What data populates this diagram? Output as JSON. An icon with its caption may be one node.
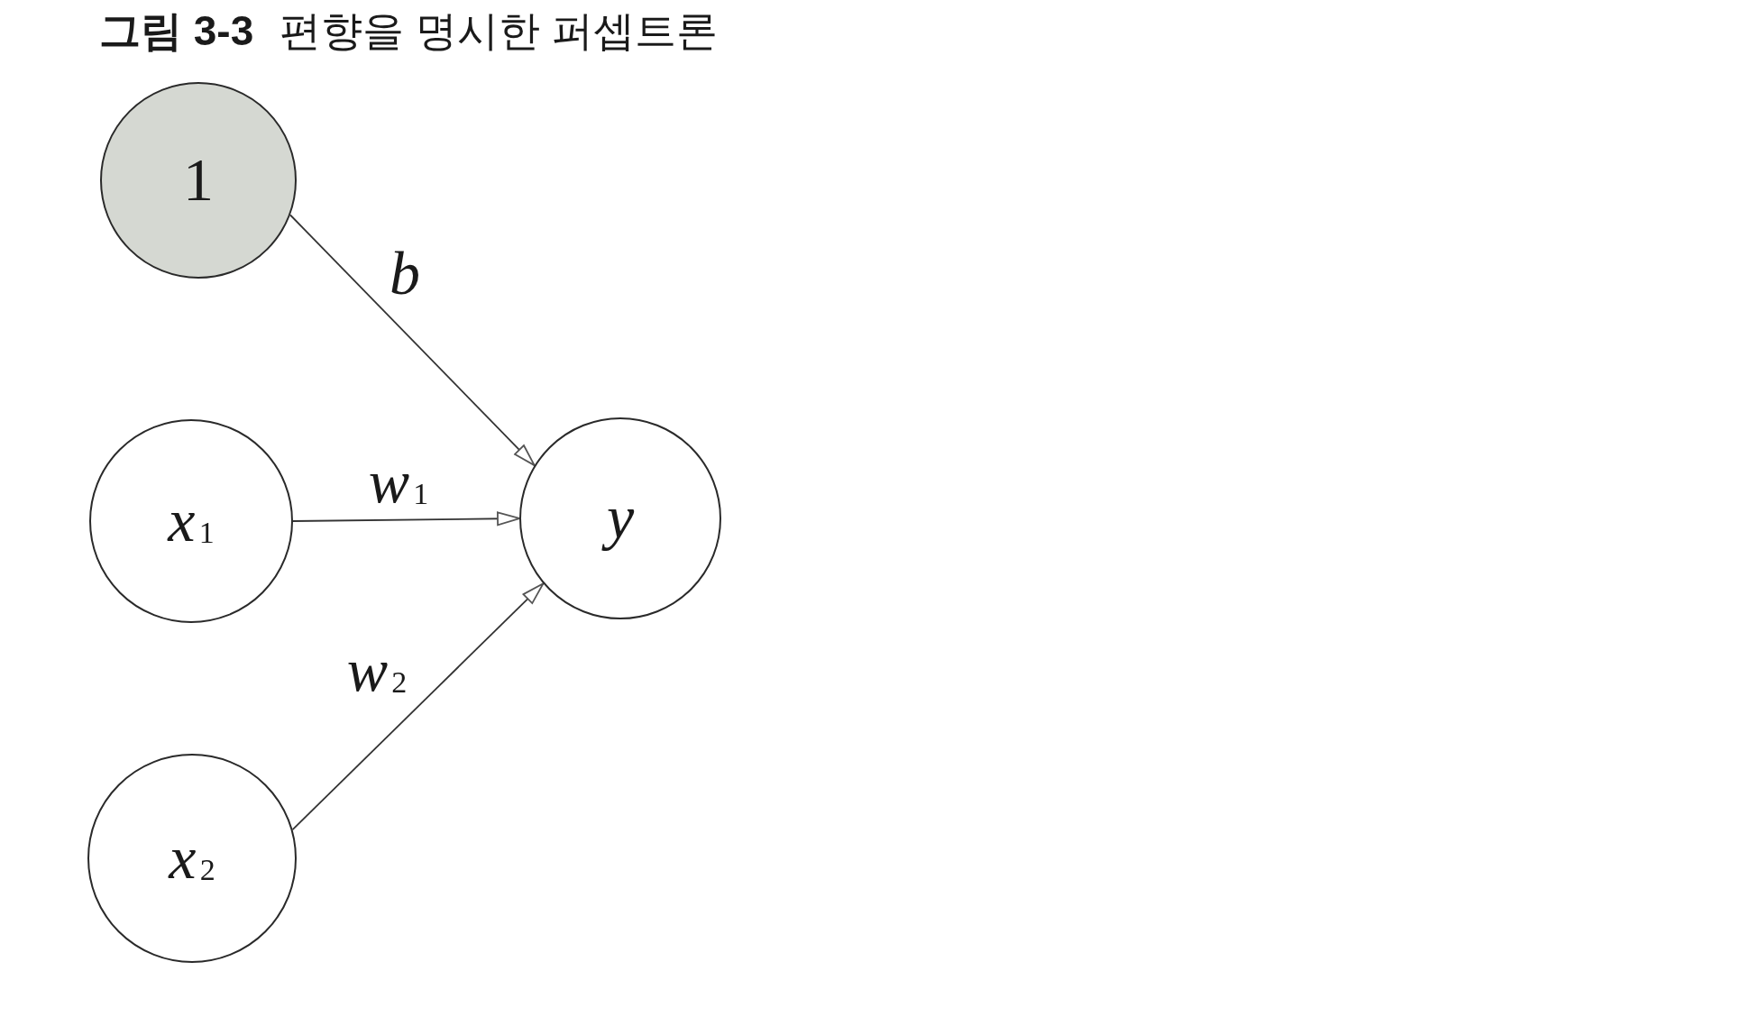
{
  "diagram": {
    "title": "**그림 3-3** 편향을 명시한 퍼셉트론",
    "nodes": [
      {
        "text": [
          "1"
        ]
      },
      {
        "text": [
          "x$_{1}$"
        ]
      },
      {
        "text": [
          "y"
        ]
      },
      {
        "text": [
          "x$_{2}$"
        ]
      }
    ],
    "edges": [
      {
        "from": 0,
        "to": 2,
        "arrow": "to",
        "label": "b"
      },
      {
        "from": 1,
        "to": 2,
        "arrow": "to",
        "label": "w$_{1}$"
      },
      {
        "from": 3,
        "to": 2,
        "arrow": "to",
        "label": "w$_{2}$"
      }
    ]
  }
}
